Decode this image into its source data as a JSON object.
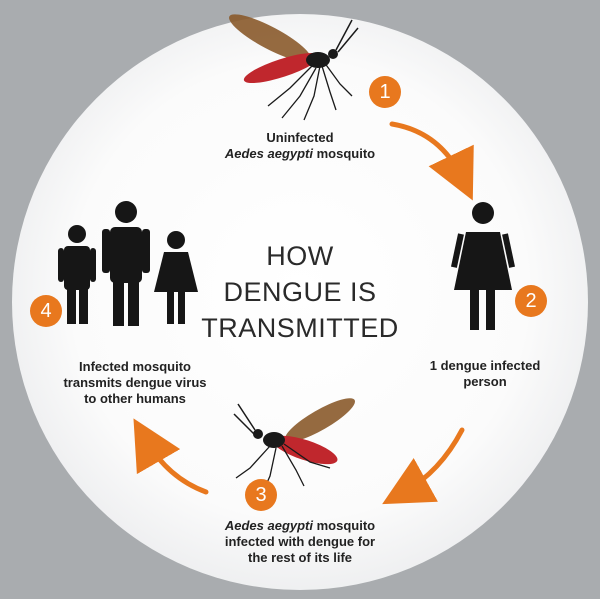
{
  "title": [
    "HOW",
    "DENGUE IS",
    "TRANSMITTED"
  ],
  "steps": [
    {
      "number": "1",
      "line1": "Uninfected",
      "italic": "Aedes aegypti",
      "rest": " mosquito"
    },
    {
      "number": "2",
      "line1": "1 dengue infected",
      "line2": "person"
    },
    {
      "number": "3",
      "italic": "Aedes aegypti",
      "rest": " mosquito",
      "line2": "infected with dengue for",
      "line3": "the rest of its life"
    },
    {
      "number": "4",
      "line1": "Infected mosquito",
      "line2": "transmits dengue virus",
      "line3": "to other humans"
    }
  ],
  "colors": {
    "accent": "#e8781e",
    "figure": "#161616",
    "mosquito_body": "#c0272d",
    "wing": "#8a5a2b"
  },
  "icons": [
    "mosquito-icon",
    "woman-icon",
    "family-icon",
    "curved-arrow-icon"
  ]
}
